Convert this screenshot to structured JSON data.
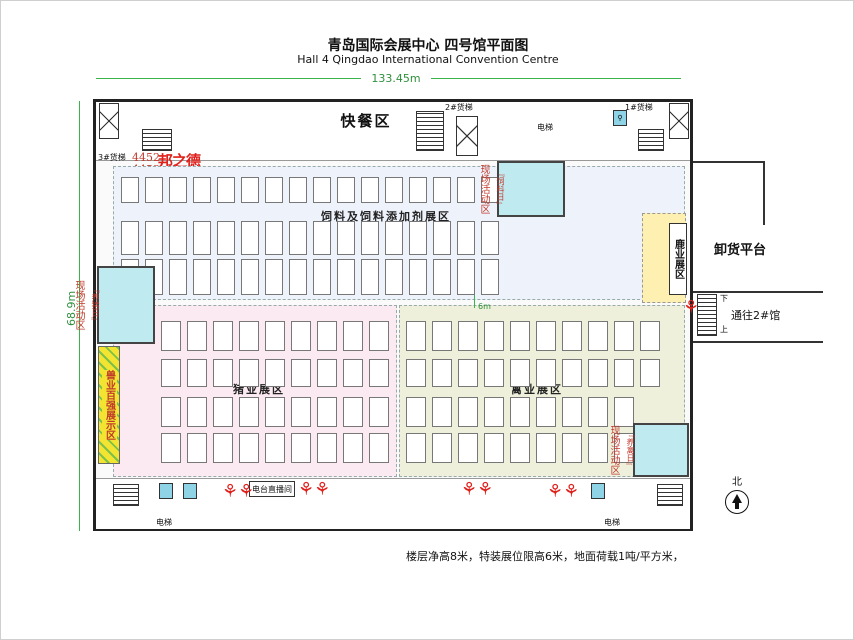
{
  "title": {
    "zh": "青岛国际会展中心  四号馆平面图",
    "en": "Hall 4 Qingdao International Convention Centre"
  },
  "dimensions": {
    "width_label": "133.45m",
    "height_label": "68.9m",
    "corridor_label": "6m"
  },
  "areas": {
    "fast_food": "快餐区",
    "feed_zone": "饲料及饲料添加剂展区",
    "pig_zone": "猪业展区",
    "poultry_zone": "禽业展区",
    "deer_zone": "鹿业展区",
    "animal_health": "兽业百强展示区",
    "unloading": "卸货平台",
    "to_hall2": "通往2#馆",
    "tv_station": "电台直播间"
  },
  "activity_areas": [
    {
      "title": "现场活动区",
      "theme": "『饲料日』"
    },
    {
      "title": "现场活动区",
      "theme": "『养猪日』"
    },
    {
      "title": "现场活动区",
      "theme": "『养禽日』"
    }
  ],
  "facilities": {
    "freight_2": "2#货梯",
    "freight_1": "1#货梯",
    "freight_3": "3#货梯",
    "elevator": "电梯",
    "up": "上",
    "down": "下"
  },
  "booth_highlight": {
    "numbers": [
      "4452",
      "4453"
    ],
    "brand": "邦之德"
  },
  "compass": "北",
  "note": "楼层净高8米，特装展位限高6米，地面荷载1吨/平方米，",
  "colors": {
    "feed_zone": "#eef3fb",
    "pig_zone": "#fbeaf1",
    "poultry_zone": "#eef0dc",
    "deer_zone": "#fdf0b0",
    "activity": "#bfeaf0",
    "animal_health": "#f3e431",
    "dimension_line": "#38b44a",
    "accent_red": "#c0392b"
  }
}
